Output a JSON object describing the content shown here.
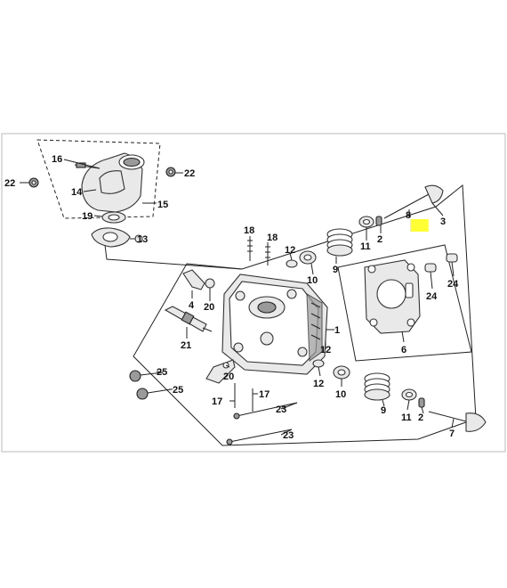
{
  "colors": {
    "highlight": "#ffff33",
    "ink": "#222222",
    "background": "#ffffff"
  },
  "callouts": [
    {
      "id": "c16",
      "text": "16"
    },
    {
      "id": "c22a",
      "text": "22"
    },
    {
      "id": "c22b",
      "text": "22"
    },
    {
      "id": "c14",
      "text": "14"
    },
    {
      "id": "c15",
      "text": "15"
    },
    {
      "id": "c19",
      "text": "19"
    },
    {
      "id": "c13",
      "text": "13"
    },
    {
      "id": "c18a",
      "text": "18"
    },
    {
      "id": "c18b",
      "text": "18"
    },
    {
      "id": "c12a",
      "text": "12"
    },
    {
      "id": "c4",
      "text": "4"
    },
    {
      "id": "c20a",
      "text": "20"
    },
    {
      "id": "c21",
      "text": "21"
    },
    {
      "id": "c9a",
      "text": "9"
    },
    {
      "id": "c10a",
      "text": "10"
    },
    {
      "id": "c11a",
      "text": "11"
    },
    {
      "id": "c2a",
      "text": "2"
    },
    {
      "id": "c8",
      "text": "8"
    },
    {
      "id": "c3",
      "text": "3"
    },
    {
      "id": "c24a",
      "text": "24"
    },
    {
      "id": "c24b",
      "text": "24"
    },
    {
      "id": "c6",
      "text": "6"
    },
    {
      "id": "c1",
      "text": "1"
    },
    {
      "id": "c12b",
      "text": "12"
    },
    {
      "id": "c12c",
      "text": "12"
    },
    {
      "id": "c10b",
      "text": "10"
    },
    {
      "id": "c25a",
      "text": "25"
    },
    {
      "id": "c25b",
      "text": "25"
    },
    {
      "id": "c20b",
      "text": "20"
    },
    {
      "id": "c17a",
      "text": "17"
    },
    {
      "id": "c17b",
      "text": "17"
    },
    {
      "id": "c23a",
      "text": "23"
    },
    {
      "id": "c23b",
      "text": "23"
    },
    {
      "id": "c9b",
      "text": "9"
    },
    {
      "id": "c11b",
      "text": "11"
    },
    {
      "id": "c2b",
      "text": "2"
    },
    {
      "id": "c7",
      "text": "7"
    }
  ]
}
